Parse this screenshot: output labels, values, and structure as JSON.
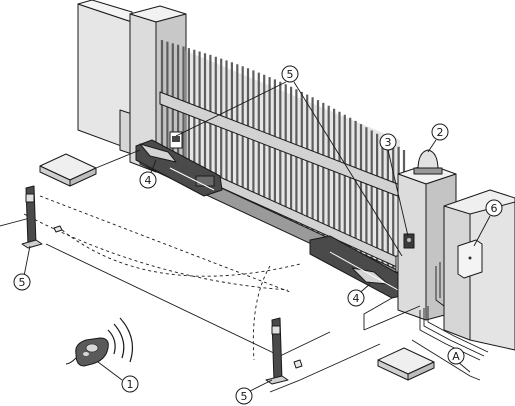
{
  "diagram": {
    "callouts": {
      "remote_control": "1",
      "flashing_light": "2",
      "key_selector": "3",
      "gearmotor_left": "4",
      "gearmotor_right": "4",
      "photocell_column_top_left": "5",
      "photocell_column_top_right": "5",
      "photocell_post_left": "5",
      "photocell_post_front": "5",
      "control_unit": "6",
      "cable_path": "A"
    },
    "colors": {
      "line": "#1a1a1a",
      "wall_light": "#ececec",
      "wall_mid": "#d8d8d8",
      "wall_dark": "#bdbdbd",
      "gate_slat": "#8c8c8c",
      "gate_rail": "#cfcfcf",
      "motor_dark": "#3a3a3a",
      "ground_pad": "#efefef"
    },
    "icons": [
      "remote-control-icon",
      "flashing-light-icon",
      "key-selector-icon",
      "control-box-icon",
      "photocell-icon"
    ]
  }
}
